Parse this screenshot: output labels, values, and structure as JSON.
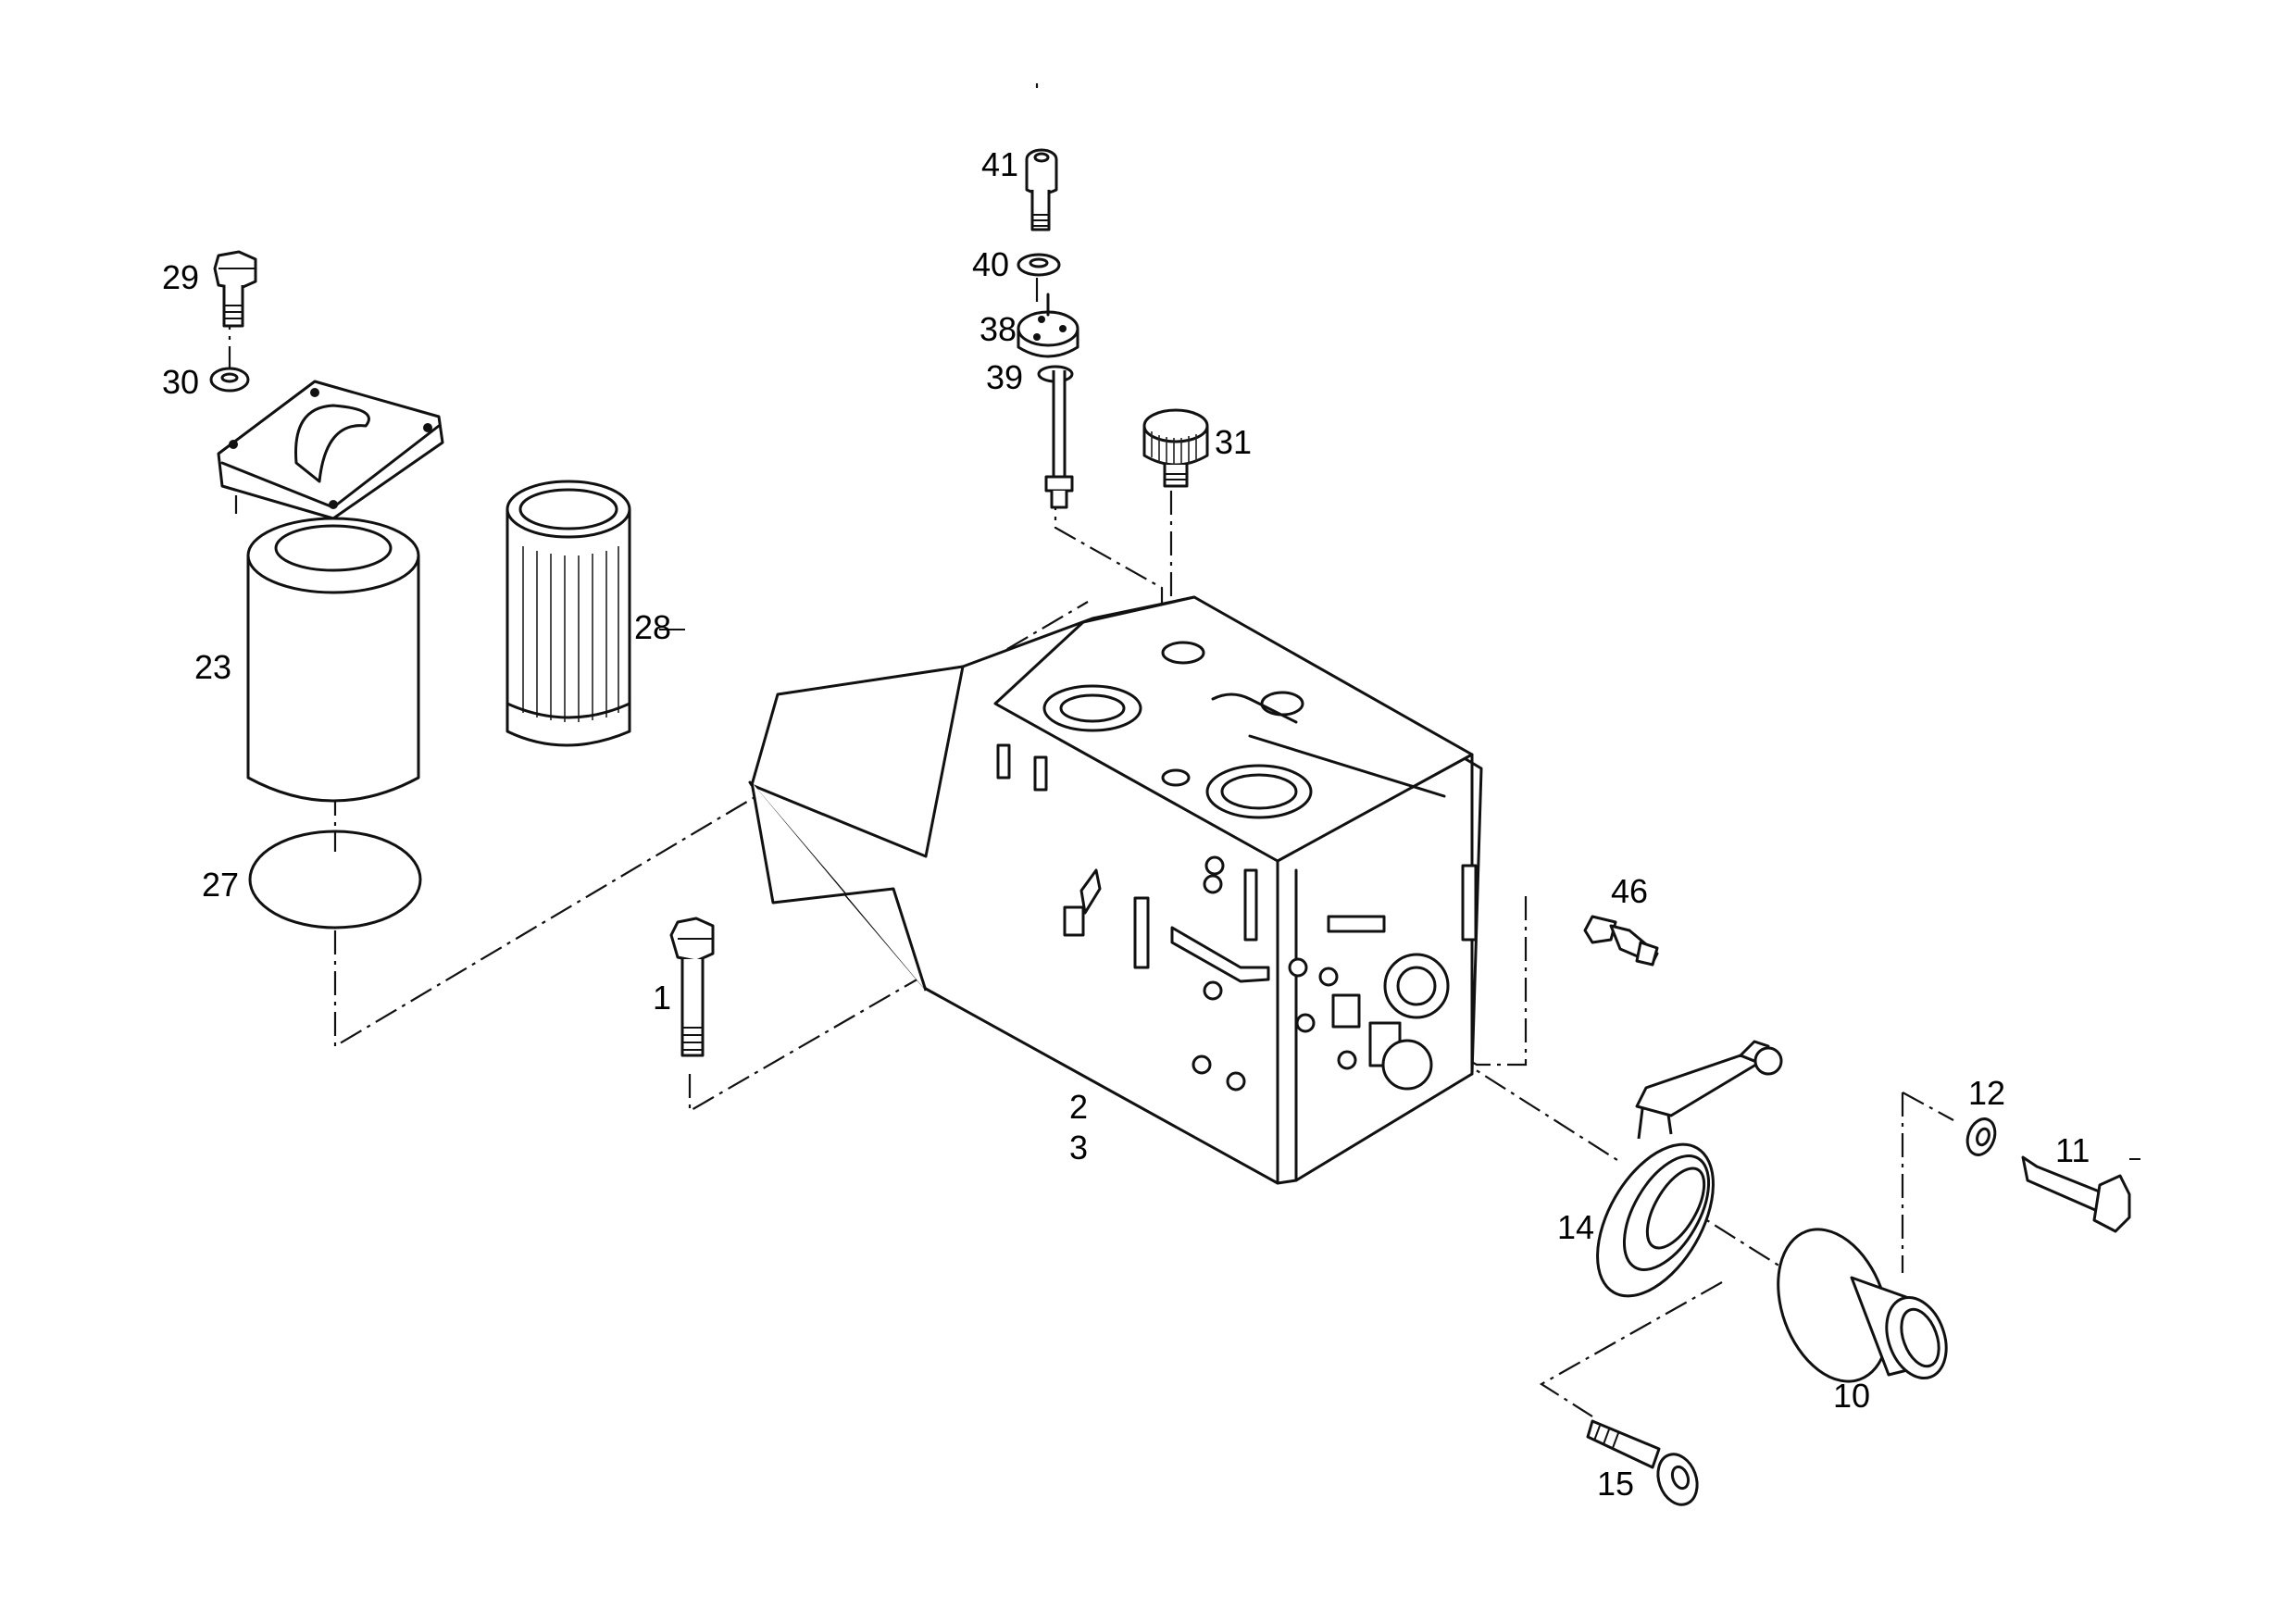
{
  "diagram": {
    "callouts": [
      {
        "id": "41",
        "label": "41"
      },
      {
        "id": "40",
        "label": "40"
      },
      {
        "id": "38",
        "label": "38"
      },
      {
        "id": "39",
        "label": "39"
      },
      {
        "id": "31",
        "label": "31"
      },
      {
        "id": "29",
        "label": "29"
      },
      {
        "id": "30",
        "label": "30"
      },
      {
        "id": "28",
        "label": "28"
      },
      {
        "id": "23",
        "label": "23"
      },
      {
        "id": "27",
        "label": "27"
      },
      {
        "id": "46",
        "label": "46"
      },
      {
        "id": "1",
        "label": "1"
      },
      {
        "id": "2",
        "label": "2"
      },
      {
        "id": "3",
        "label": "3"
      },
      {
        "id": "14",
        "label": "14"
      },
      {
        "id": "12",
        "label": "12"
      },
      {
        "id": "11",
        "label": "11"
      },
      {
        "id": "10",
        "label": "10"
      },
      {
        "id": "15",
        "label": "15"
      }
    ]
  }
}
